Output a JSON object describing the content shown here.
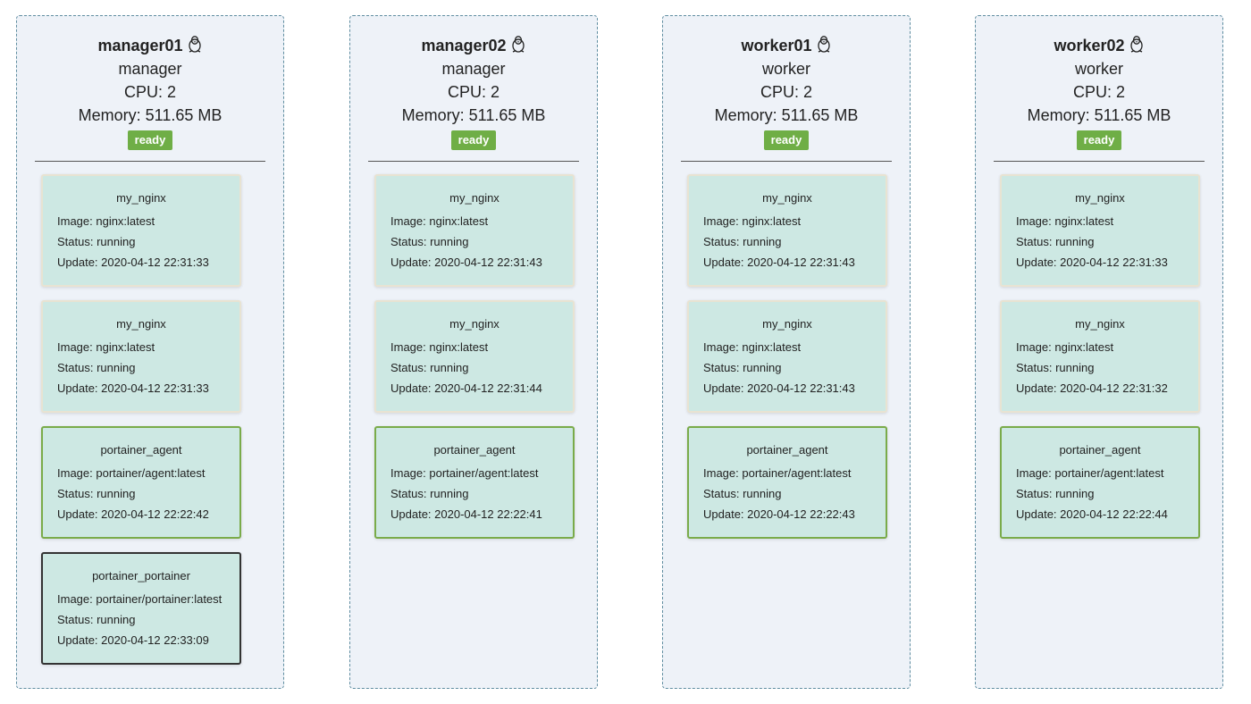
{
  "nodes": [
    {
      "hostname": "manager01",
      "os_icon": "linux-tux-icon",
      "role": "manager",
      "cpu": "CPU: 2",
      "memory": "Memory: 511.65 MB",
      "status": "ready",
      "tasks": [
        {
          "name": "my_nginx",
          "image": "Image: nginx:latest",
          "status": "Status: running",
          "update": "Update: 2020-04-12 22:31:33",
          "kind": "nginx"
        },
        {
          "name": "my_nginx",
          "image": "Image: nginx:latest",
          "status": "Status: running",
          "update": "Update: 2020-04-12 22:31:33",
          "kind": "nginx"
        },
        {
          "name": "portainer_agent",
          "image": "Image: portainer/agent:latest",
          "status": "Status: running",
          "update": "Update: 2020-04-12 22:22:42",
          "kind": "agent"
        },
        {
          "name": "portainer_portainer",
          "image": "Image: portainer/portainer:latest",
          "status": "Status: running",
          "update": "Update: 2020-04-12 22:33:09",
          "kind": "portainer"
        }
      ]
    },
    {
      "hostname": "manager02",
      "os_icon": "linux-tux-icon",
      "role": "manager",
      "cpu": "CPU: 2",
      "memory": "Memory: 511.65 MB",
      "status": "ready",
      "tasks": [
        {
          "name": "my_nginx",
          "image": "Image: nginx:latest",
          "status": "Status: running",
          "update": "Update: 2020-04-12 22:31:43",
          "kind": "nginx"
        },
        {
          "name": "my_nginx",
          "image": "Image: nginx:latest",
          "status": "Status: running",
          "update": "Update: 2020-04-12 22:31:44",
          "kind": "nginx"
        },
        {
          "name": "portainer_agent",
          "image": "Image: portainer/agent:latest",
          "status": "Status: running",
          "update": "Update: 2020-04-12 22:22:41",
          "kind": "agent"
        }
      ]
    },
    {
      "hostname": "worker01",
      "os_icon": "linux-tux-icon",
      "role": "worker",
      "cpu": "CPU: 2",
      "memory": "Memory: 511.65 MB",
      "status": "ready",
      "tasks": [
        {
          "name": "my_nginx",
          "image": "Image: nginx:latest",
          "status": "Status: running",
          "update": "Update: 2020-04-12 22:31:43",
          "kind": "nginx"
        },
        {
          "name": "my_nginx",
          "image": "Image: nginx:latest",
          "status": "Status: running",
          "update": "Update: 2020-04-12 22:31:43",
          "kind": "nginx"
        },
        {
          "name": "portainer_agent",
          "image": "Image: portainer/agent:latest",
          "status": "Status: running",
          "update": "Update: 2020-04-12 22:22:43",
          "kind": "agent"
        }
      ]
    },
    {
      "hostname": "worker02",
      "os_icon": "linux-tux-icon",
      "role": "worker",
      "cpu": "CPU: 2",
      "memory": "Memory: 511.65 MB",
      "status": "ready",
      "tasks": [
        {
          "name": "my_nginx",
          "image": "Image: nginx:latest",
          "status": "Status: running",
          "update": "Update: 2020-04-12 22:31:33",
          "kind": "nginx"
        },
        {
          "name": "my_nginx",
          "image": "Image: nginx:latest",
          "status": "Status: running",
          "update": "Update: 2020-04-12 22:31:32",
          "kind": "nginx"
        },
        {
          "name": "portainer_agent",
          "image": "Image: portainer/agent:latest",
          "status": "Status: running",
          "update": "Update: 2020-04-12 22:22:44",
          "kind": "agent"
        }
      ]
    }
  ],
  "colors": {
    "ready_badge": "#6fae46",
    "task_background": "#cde8e3",
    "agent_border": "#7aab4a",
    "portainer_border": "#333333",
    "node_background": "#eef2f8"
  }
}
